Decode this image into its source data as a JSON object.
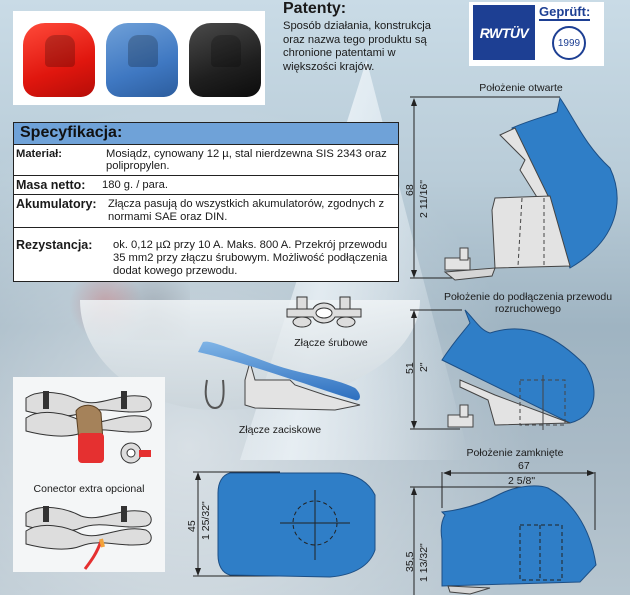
{
  "patents": {
    "title": "Patenty:",
    "text": "Sposób działania, konstrukcja oraz nazwa tego produktu są chronione patentami w większości krajów."
  },
  "certification": {
    "brand": "RWTÜV",
    "label": "Geprüft:",
    "year": "1999"
  },
  "product_photo": {
    "variants": [
      "red",
      "blue",
      "black"
    ],
    "colors": {
      "red": "#e0160e",
      "blue": "#3f78c2",
      "black": "#1f1f1f"
    }
  },
  "spec": {
    "title": "Specyfikacja:",
    "rows": [
      {
        "label": "Materiał:",
        "value": "Mosiądz, cynowany 12 µ, stal nierdzewna SIS 2343 oraz polipropylen."
      },
      {
        "label": "Masa netto:",
        "value": "180 g. / para."
      },
      {
        "label": "Akumulatory:",
        "value": "Złącza pasują do wszystkich akumulatorów, zgodnych z normami SAE oraz DIN."
      },
      {
        "label": "Rezystancja:",
        "value": "ok. 0,12 µΩ przy 10 A. Maks. 800 A. Przekrój przewodu 35 mm2 przy złączu śrubowym. Możliwość podłączenia dodat kowego przewodu."
      }
    ],
    "header_color": "#6fa2d8"
  },
  "diagrams": {
    "open": {
      "title": "Położenie otwarte",
      "dim_mm": "68",
      "dim_in": "2 11/16\""
    },
    "jump": {
      "title": "Położenie do podłączenia przewodu rozruchowego",
      "dim_mm": "51",
      "dim_in": "2\""
    },
    "closed": {
      "title": "Położenie zamknięte",
      "width_mm": "67",
      "width_in": "2 5/8\"",
      "dim_mm": "35,5",
      "dim_in": "1 13/32\""
    },
    "top": {
      "dim_mm": "45",
      "dim_in": "1 25/32\""
    },
    "screw_connector": {
      "label": "Złącze śrubowe"
    },
    "clamp_connector": {
      "label": "Złącze zaciskowe"
    },
    "extra_connector": {
      "label": "Conector extra opcional"
    }
  },
  "accent_blue": "#2f7ec7"
}
